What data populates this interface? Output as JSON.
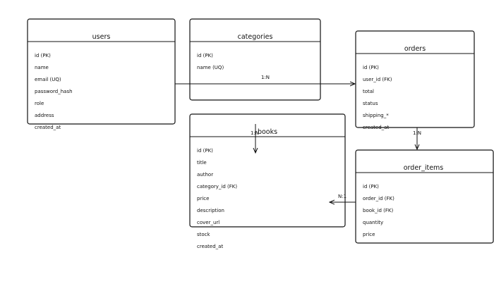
{
  "entities": {
    "users": {
      "title": "users",
      "fields": [
        "id (PK)",
        "name",
        "email (UQ)",
        "password_hash",
        "role",
        "address",
        "created_at"
      ]
    },
    "categories": {
      "title": "categories",
      "fields": [
        "id (PK)",
        "name (UQ)"
      ]
    },
    "orders": {
      "title": "orders",
      "fields": [
        "id (PK)",
        "user_id (FK)",
        "total",
        "status",
        "shipping_*",
        "created_at"
      ]
    },
    "books": {
      "title": "books",
      "fields": [
        "id (PK)",
        "title",
        "author",
        "category_id (FK)",
        "price",
        "description",
        "cover_url",
        "stock",
        "created_at"
      ]
    },
    "order_items": {
      "title": "order_items",
      "fields": [
        "id (PK)",
        "order_id (FK)",
        "book_id (FK)",
        "quantity",
        "price"
      ]
    }
  },
  "relationships": {
    "users_orders": {
      "label": "1:N"
    },
    "categories_books": {
      "label": "1:N"
    },
    "orders_order_items": {
      "label": "1:N"
    },
    "order_items_books": {
      "label": "N:1"
    }
  }
}
